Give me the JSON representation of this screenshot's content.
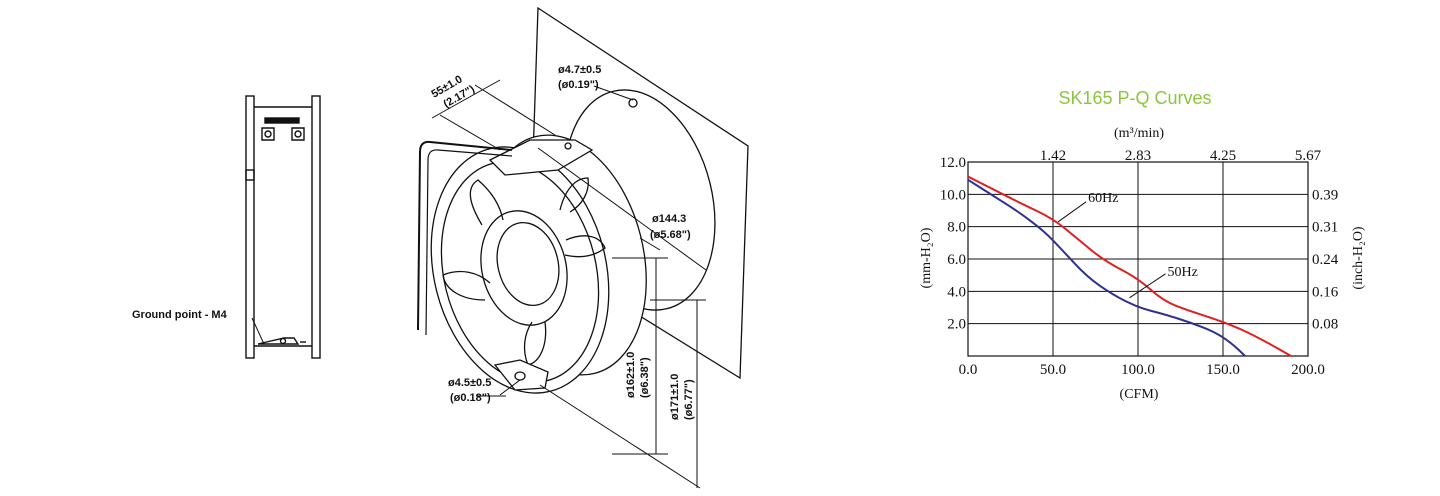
{
  "side_view": {
    "ground_label": "Ground point - M4"
  },
  "iso_view": {
    "depth": {
      "mm": "55±1.0",
      "inch": "(2.17\")"
    },
    "hole_top": {
      "mm": "ø4.7±0.5",
      "inch": "(ø0.19\")"
    },
    "hole_bottom": {
      "mm": "ø4.5±0.5",
      "inch": "(ø0.18\")"
    },
    "diameter_outer_ring": {
      "mm": "ø144.3",
      "inch": "(ø5.68\")"
    },
    "diameter_body": {
      "mm": "ø162±1.0",
      "inch": "(ø6.38\")"
    },
    "diameter_flange": {
      "mm": "ø171±1.0",
      "inch": "(ø6.77\")"
    }
  },
  "chart_data": {
    "type": "line",
    "title": "SK165 P-Q Curves",
    "title_color": "#8cc63f",
    "xlabel": "(CFM)",
    "x2label": "(m³/min)",
    "ylabel": "(mm-H₂O)",
    "y2label": "(inch-H₂O)",
    "xlim": [
      0,
      200
    ],
    "ylim": [
      0,
      12
    ],
    "x_ticks": [
      "0.0",
      "50.0",
      "100.0",
      "150.0",
      "200.0"
    ],
    "x2_ticks": [
      "1.42",
      "2.83",
      "4.25",
      "5.67"
    ],
    "y_ticks": [
      "2.0",
      "4.0",
      "6.0",
      "8.0",
      "10.0",
      "12.0"
    ],
    "y2_ticks": [
      "0.08",
      "0.16",
      "0.24",
      "0.31",
      "0.39"
    ],
    "grid": true,
    "series": [
      {
        "name": "60Hz",
        "color": "#e02020",
        "x": [
          0,
          15,
          30,
          50,
          65,
          80,
          100,
          115,
          130,
          145,
          160,
          175,
          190
        ],
        "y": [
          11.1,
          10.3,
          9.5,
          8.5,
          7.2,
          5.9,
          4.8,
          3.4,
          2.8,
          2.3,
          1.7,
          0.9,
          0.0
        ]
      },
      {
        "name": "50Hz",
        "color": "#303090",
        "x": [
          0,
          15,
          30,
          45,
          55,
          70,
          85,
          100,
          115,
          130,
          145,
          155,
          163
        ],
        "y": [
          10.9,
          9.9,
          8.9,
          7.7,
          6.6,
          4.9,
          3.8,
          3.0,
          2.6,
          2.1,
          1.5,
          0.8,
          0.0
        ]
      }
    ]
  }
}
